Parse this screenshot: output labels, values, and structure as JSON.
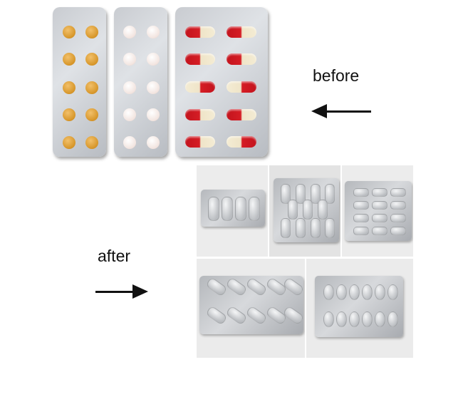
{
  "labels": {
    "before": "before",
    "after": "after"
  },
  "arrows": {
    "before_direction": "left",
    "after_direction": "right"
  },
  "colors": {
    "tablet_orange": "#d69528",
    "capsule_red": "#c3131d",
    "capsule_cream": "#f4ecd4",
    "foil_silver": "#c4c7cb"
  }
}
